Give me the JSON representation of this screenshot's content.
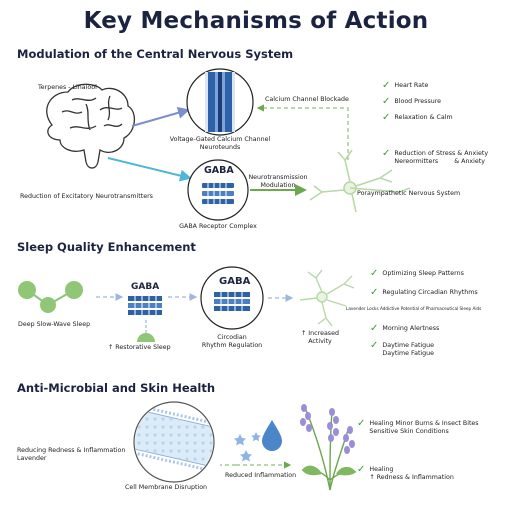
{
  "title": "Key Mechanisms of Action",
  "sections": {
    "cns": {
      "heading": "Modulation of the Central Nervous System",
      "terpenes_label": "Terpenes - Linalool",
      "reduction_label": "Reduction of Excitatory Neurotransmitters",
      "channel_label_1": "Voltage-Gated Calcium Channel",
      "channel_label_2": "Neuroteunds",
      "gaba_circle_title": "GABA",
      "gaba_complex_label": "GABA Receptor Complex",
      "calcium_blockade_label": "Calcium Channel Blockade",
      "neuro_mod_label_1": "Neurotransmission",
      "neuro_mod_label_2": "Modulation",
      "parasym_label": "Poraympathetic Nervous System",
      "checks": [
        "Heart Rate",
        "Blood Pressure",
        "Relaxation & Calm"
      ],
      "stress_check_1": "Reduction of Stress & Anxiety",
      "stress_check_2a": "Nereormitters",
      "stress_check_2b": "& Anxiety"
    },
    "sleep": {
      "heading": "Sleep Quality Enhancement",
      "slow_wave_label": "Deep Slow-Wave Sleep",
      "gaba_label": "GABA",
      "restorative_label": "↑  Restorative Sleep",
      "circle_gaba_label": "GABA",
      "circadian_label_1": "Circodian",
      "circadian_label_2": "Rhythm Regulation",
      "activity_label_1": "↑ Increased",
      "activity_label_2": "Activity",
      "optimizing": "Optimizing Sleep Patterns",
      "regulating": "Regulating Circadian Rhythms",
      "lavender_note": "Lavender Locks Addictive Potential of Pharmaceutical Sleep Aids",
      "morning": "Morning Alertness",
      "daytime_1": "Daytime Fatigue",
      "daytime_2": "Daytime Fatigue"
    },
    "skin": {
      "heading": "Anti-Microbial and Skin Health",
      "redness_label_1": "Reducing Redness & Inflammation",
      "redness_label_2": "Lavender",
      "membrane_label": "Cell Membrane Disruption",
      "reduced_inflammation": "Reduced Inflammation",
      "healing_minor_1": "Healing Minor Burns & Insect Bites",
      "healing_minor_2": "Sensitive Skin Conditions",
      "healing_1": "Healing",
      "healing_2": "↑ Redness & Inflammation"
    }
  },
  "colors": {
    "heading": "#1c2340",
    "check": "#3f9b3b",
    "blue": "#2e62a8",
    "green": "#78b85a"
  }
}
